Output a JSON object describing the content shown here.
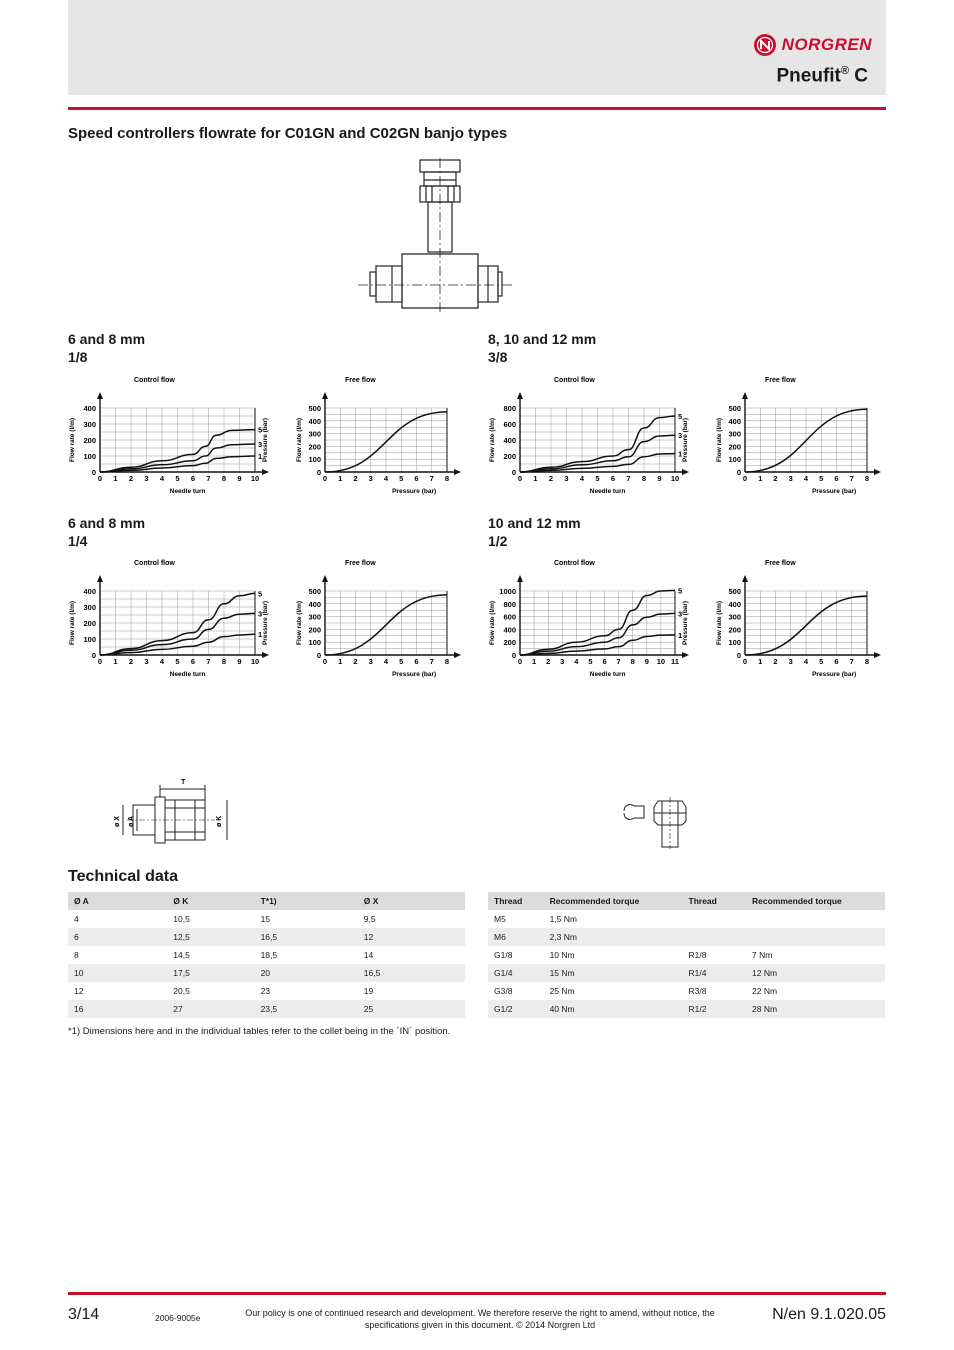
{
  "header": {
    "brand": "NORGREN",
    "product": "Pneufit",
    "product_sup": "®",
    "product_suffix": " C"
  },
  "section_title": "Speed controllers flowrate for C01GN and C02GN banjo types",
  "groups": [
    {
      "size": "6 and 8 mm",
      "thread": "1/8"
    },
    {
      "size": "8, 10 and 12 mm",
      "thread": "3/8"
    },
    {
      "size": "6 and 8 mm",
      "thread": "1/4"
    },
    {
      "size": "10 and 12 mm",
      "thread": "1/2"
    }
  ],
  "chart_data": [
    {
      "type": "line",
      "title": "Control flow",
      "xlabel": "Needle turn",
      "ylabel": "Flow rate (l/m)",
      "ylabel2": "Pressure (bar)",
      "xlim": [
        0,
        10
      ],
      "ylim": [
        0,
        400
      ],
      "xticks": [
        0,
        1,
        2,
        3,
        4,
        5,
        6,
        7,
        8,
        9,
        10
      ],
      "yticks": [
        0,
        100,
        200,
        300,
        400
      ],
      "series": [
        {
          "name": "5",
          "x": [
            0,
            2,
            4,
            6,
            6.8,
            7.5,
            8.5,
            10
          ],
          "values": [
            0,
            30,
            70,
            110,
            160,
            230,
            260,
            265
          ]
        },
        {
          "name": "3",
          "x": [
            0,
            2,
            4,
            6,
            6.8,
            7.5,
            8.5,
            10
          ],
          "values": [
            0,
            20,
            45,
            70,
            100,
            150,
            170,
            175
          ]
        },
        {
          "name": "1",
          "x": [
            0,
            2,
            4,
            6,
            6.8,
            7.5,
            8.5,
            10
          ],
          "values": [
            0,
            10,
            25,
            40,
            55,
            85,
            95,
            100
          ]
        }
      ]
    },
    {
      "type": "line",
      "title": "Free flow",
      "xlabel": "Pressure (bar)",
      "ylabel": "Flow rate (l/m)",
      "xlim": [
        0,
        8
      ],
      "ylim": [
        0,
        500
      ],
      "xticks": [
        0,
        1,
        2,
        3,
        4,
        5,
        6,
        7,
        8
      ],
      "yticks": [
        0,
        100,
        200,
        300,
        400,
        500
      ],
      "series": [
        {
          "x": [
            0,
            8
          ],
          "values": [
            0,
            470
          ]
        }
      ]
    },
    {
      "type": "line",
      "title": "Control flow",
      "xlabel": "Needle turn",
      "ylabel": "Flow rate (l/m)",
      "ylabel2": "Pressure (bar)",
      "xlim": [
        0,
        10
      ],
      "ylim": [
        0,
        800
      ],
      "xticks": [
        0,
        1,
        2,
        3,
        4,
        5,
        6,
        7,
        8,
        9,
        10
      ],
      "yticks": [
        0,
        200,
        400,
        600,
        800
      ],
      "series": [
        {
          "name": "5",
          "x": [
            0,
            2,
            4,
            6,
            7,
            8,
            9,
            10
          ],
          "values": [
            0,
            60,
            130,
            200,
            280,
            550,
            680,
            700
          ]
        },
        {
          "name": "3",
          "x": [
            0,
            2,
            4,
            6,
            7,
            8,
            9,
            10
          ],
          "values": [
            0,
            40,
            90,
            140,
            190,
            380,
            450,
            460
          ]
        },
        {
          "name": "1",
          "x": [
            0,
            2,
            4,
            6,
            7,
            8,
            9,
            10
          ],
          "values": [
            0,
            20,
            45,
            70,
            95,
            190,
            225,
            230
          ]
        }
      ]
    },
    {
      "type": "line",
      "title": "Free flow",
      "xlabel": "Pressure (bar)",
      "ylabel": "Flow rate (l/m)",
      "xlim": [
        0,
        8
      ],
      "ylim": [
        0,
        500
      ],
      "xticks": [
        0,
        1,
        2,
        3,
        4,
        5,
        6,
        7,
        8
      ],
      "yticks": [
        0,
        100,
        200,
        300,
        400,
        500
      ],
      "series": [
        {
          "x": [
            0,
            8
          ],
          "values": [
            0,
            490
          ]
        }
      ]
    },
    {
      "type": "line",
      "title": "Control flow",
      "xlabel": "Needle turn",
      "ylabel": "Flow rate (l/m)",
      "ylabel2": "Pressure (bar)",
      "xlim": [
        0,
        10
      ],
      "ylim": [
        0,
        400
      ],
      "xticks": [
        0,
        1,
        2,
        3,
        4,
        5,
        6,
        7,
        8,
        9,
        10
      ],
      "yticks": [
        0,
        100,
        200,
        300,
        400
      ],
      "series": [
        {
          "name": "5",
          "x": [
            0,
            2,
            4,
            6,
            7,
            8,
            9,
            10
          ],
          "values": [
            0,
            40,
            90,
            140,
            220,
            320,
            370,
            385
          ]
        },
        {
          "name": "3",
          "x": [
            0,
            2,
            4,
            6,
            7,
            8,
            9,
            10
          ],
          "values": [
            0,
            30,
            65,
            100,
            160,
            230,
            255,
            260
          ]
        },
        {
          "name": "1",
          "x": [
            0,
            2,
            4,
            6,
            7,
            8,
            9,
            10
          ],
          "values": [
            0,
            15,
            35,
            55,
            80,
            115,
            125,
            130
          ]
        }
      ]
    },
    {
      "type": "line",
      "title": "Free flow",
      "xlabel": "Pressure (bar)",
      "ylabel": "Flow rate (l/m)",
      "xlim": [
        0,
        8
      ],
      "ylim": [
        0,
        500
      ],
      "xticks": [
        0,
        1,
        2,
        3,
        4,
        5,
        6,
        7,
        8
      ],
      "yticks": [
        0,
        100,
        200,
        300,
        400,
        500
      ],
      "series": [
        {
          "x": [
            0,
            8
          ],
          "values": [
            0,
            470
          ]
        }
      ]
    },
    {
      "type": "line",
      "title": "Control flow",
      "xlabel": "Needle turn",
      "ylabel": "Flow rate (l/m)",
      "ylabel2": "Pressure (bar)",
      "xlim": [
        0,
        11
      ],
      "ylim": [
        0,
        1000
      ],
      "xticks": [
        0,
        1,
        2,
        3,
        4,
        5,
        6,
        7,
        8,
        9,
        10,
        11
      ],
      "yticks": [
        0,
        200,
        400,
        600,
        800,
        1000
      ],
      "series": [
        {
          "name": "5",
          "x": [
            0,
            2,
            4,
            6,
            7,
            8,
            9,
            10,
            11
          ],
          "values": [
            0,
            90,
            200,
            300,
            400,
            700,
            930,
            1000,
            1010
          ]
        },
        {
          "name": "3",
          "x": [
            0,
            2,
            4,
            6,
            7,
            8,
            9,
            10,
            11
          ],
          "values": [
            0,
            60,
            130,
            200,
            270,
            470,
            590,
            640,
            650
          ]
        },
        {
          "name": "1",
          "x": [
            0,
            2,
            4,
            6,
            7,
            8,
            9,
            10,
            11
          ],
          "values": [
            0,
            25,
            60,
            95,
            130,
            230,
            290,
            310,
            315
          ]
        }
      ]
    },
    {
      "type": "line",
      "title": "Free flow",
      "xlabel": "Pressure (bar)",
      "ylabel": "Flow rate (l/m)",
      "xlim": [
        0,
        8
      ],
      "ylim": [
        0,
        500
      ],
      "xticks": [
        0,
        1,
        2,
        3,
        4,
        5,
        6,
        7,
        8
      ],
      "yticks": [
        0,
        100,
        200,
        300,
        400,
        500
      ],
      "series": [
        {
          "x": [
            0,
            8
          ],
          "values": [
            0,
            460
          ]
        }
      ]
    }
  ],
  "drawing_labels": {
    "t": "T",
    "x": "ø X",
    "a": "ø A",
    "k": "ø K"
  },
  "tech_title": "Technical data",
  "table1": {
    "headers": [
      "Ø A",
      "Ø K",
      "T*1)",
      "Ø X"
    ],
    "rows": [
      [
        "4",
        "10,5",
        "15",
        "9,5"
      ],
      [
        "6",
        "12,5",
        "16,5",
        "12"
      ],
      [
        "8",
        "14,5",
        "18,5",
        "14"
      ],
      [
        "10",
        "17,5",
        "20",
        "16,5"
      ],
      [
        "12",
        "20,5",
        "23",
        "19"
      ],
      [
        "16",
        "27",
        "23,5",
        "25"
      ]
    ]
  },
  "table2": {
    "headers": [
      "Thread",
      "Recommended torque",
      "Thread",
      "Recommended torque"
    ],
    "rows": [
      [
        "M5",
        "1,5 Nm",
        "",
        ""
      ],
      [
        "M6",
        "2,3 Nm",
        "",
        ""
      ],
      [
        "G1/8",
        "10 Nm",
        "R1/8",
        "7 Nm"
      ],
      [
        "G1/4",
        "15 Nm",
        "R1/4",
        "12 Nm"
      ],
      [
        "G3/8",
        "25 Nm",
        "R3/8",
        "22 Nm"
      ],
      [
        "G1/2",
        "40 Nm",
        "R1/2",
        "28 Nm"
      ]
    ]
  },
  "note": "*1)  Dimensions here and in the individual tables refer to the collet being in the ´IN´ position.",
  "footer": {
    "page": "3/14",
    "code": "2006-9005e",
    "policy": "Our policy is one of continued research and development. We therefore reserve the right to amend, without notice, the specifications given in this document. © 2014 Norgren Ltd",
    "ref": "N/en 9.1.020.05"
  }
}
